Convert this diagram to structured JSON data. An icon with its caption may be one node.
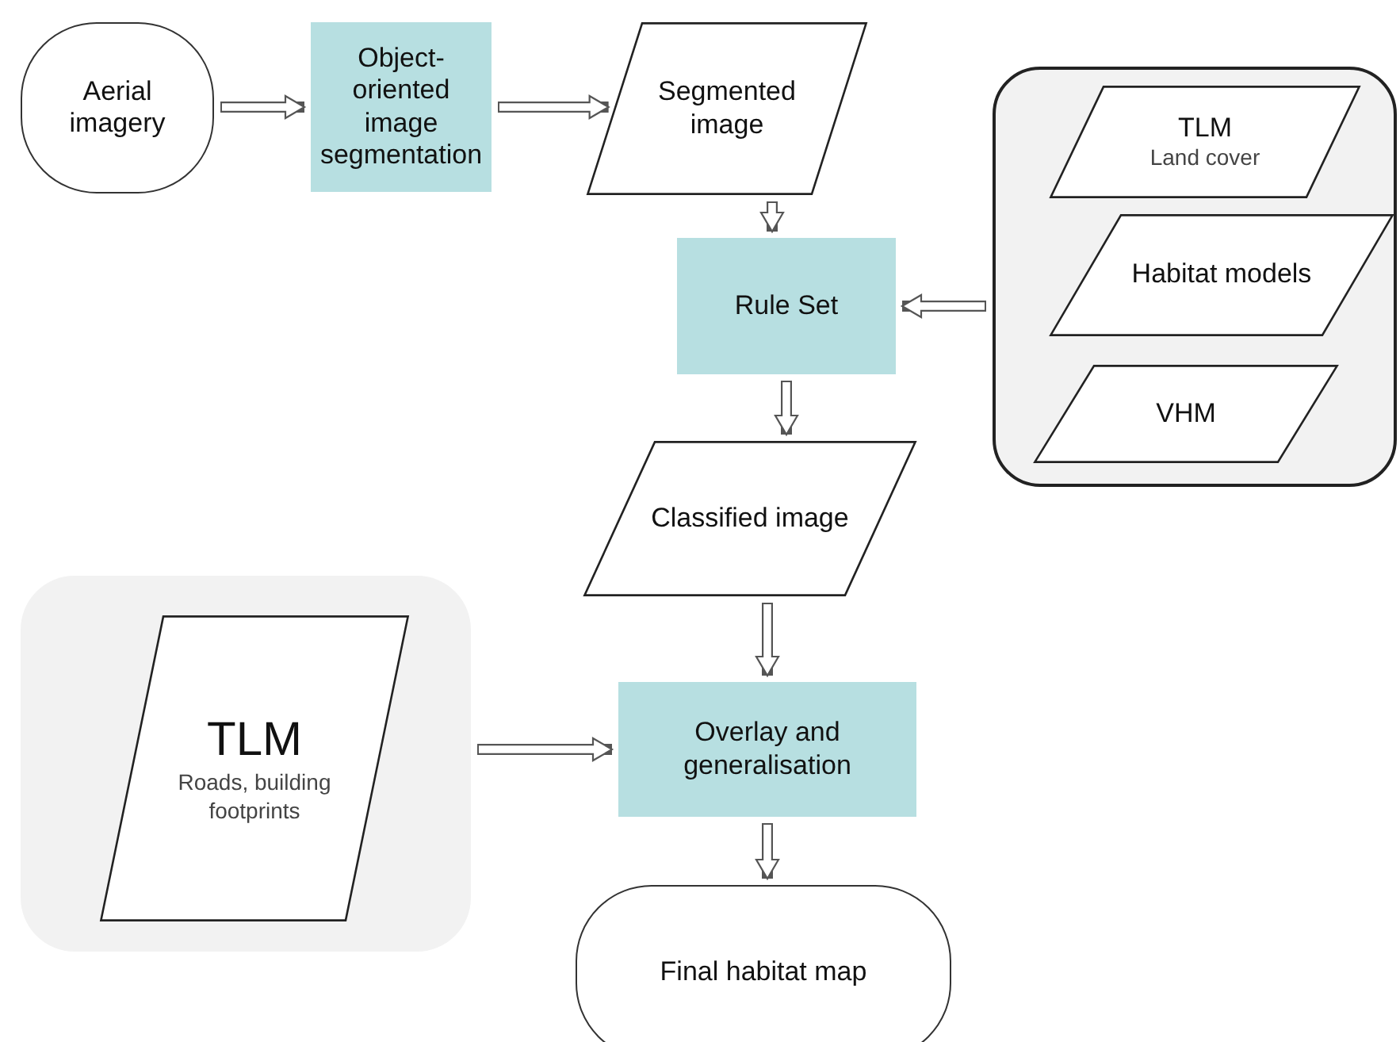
{
  "diagram": {
    "nodes": [
      {
        "text": [
          "Aerial imagery"
        ]
      },
      {
        "text": [
          "Object-oriented image segmentation"
        ]
      },
      {
        "text": [
          "Segmented image"
        ]
      },
      {
        "text": [],
        "shape": "box"
      },
      {
        "text": [
          "TLM",
          "Land cover"
        ],
        "in": 3
      },
      {
        "text": [
          "Habitat models"
        ],
        "in": 3
      },
      {
        "text": [
          "VHM"
        ],
        "in": 3
      },
      {
        "text": [
          "Rule Set"
        ]
      },
      {
        "text": [
          "Classified image"
        ]
      },
      {
        "text": [],
        "shape": "box"
      },
      {
        "text": [
          "TLM",
          "Roads, building footprints"
        ],
        "in": 9
      },
      {
        "text": [
          "Overlay and generalisation"
        ]
      },
      {
        "text": [
          "Final habitat map"
        ]
      }
    ],
    "edges": [
      {
        "from": 0,
        "to": 1,
        "arrow": "to"
      },
      {
        "from": 1,
        "to": 2,
        "arrow": "to"
      },
      {
        "from": 2,
        "to": 7,
        "arrow": "to"
      },
      {
        "from": 3,
        "to": 7,
        "arrow": "to"
      },
      {
        "from": 7,
        "to": 8,
        "arrow": "to"
      },
      {
        "from": 8,
        "to": 11,
        "arrow": "to"
      },
      {
        "from": 9,
        "to": 11,
        "arrow": "to"
      },
      {
        "from": 11,
        "to": 12,
        "arrow": "to"
      }
    ]
  }
}
